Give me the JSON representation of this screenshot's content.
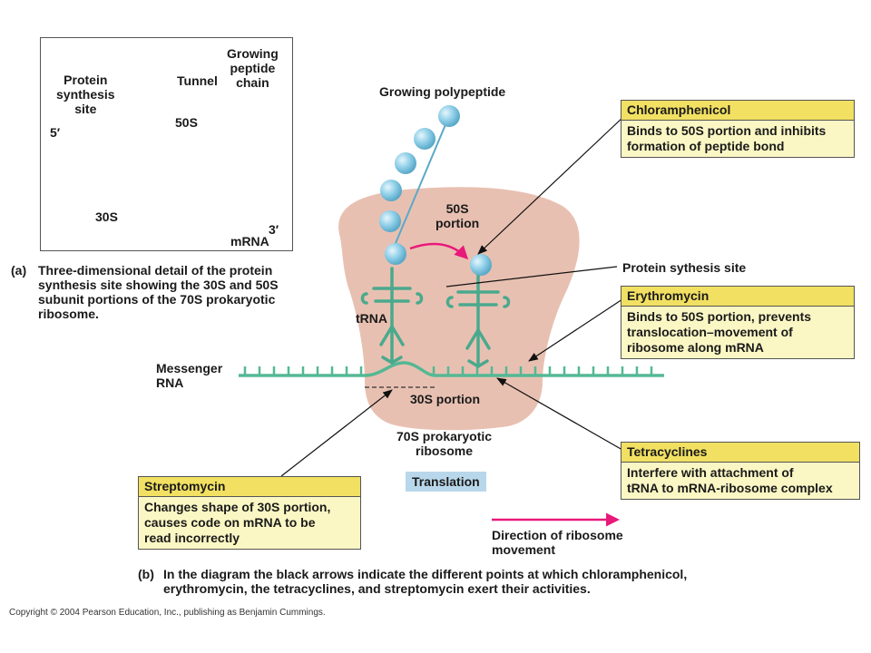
{
  "inset": {
    "labels": {
      "protein_synthesis_site": "Protein\nsynthesis\nsite",
      "tunnel": "Tunnel",
      "growing_peptide_chain": "Growing\npeptide\nchain",
      "five_prime": "5′",
      "subunit_50s": "50S",
      "subunit_30s": "30S",
      "three_prime": "3′",
      "mrna": "mRNA"
    },
    "caption_letter": "(a)",
    "caption": "Three-dimensional detail of the protein\nsynthesis site showing the 30S and 50S\nsubunit portions of the 70S prokaryotic\nribosome."
  },
  "main": {
    "growing_polypeptide": "Growing polypeptide",
    "portion_50s": "50S\nportion",
    "trna": "tRNA",
    "messenger_rna": "Messenger\nRNA",
    "portion_30s": "30S portion",
    "ribosome_70s": "70S prokaryotic\nribosome",
    "translation": "Translation",
    "protein_synthesis_site": "Protein sythesis site",
    "direction": "Direction of ribosome\nmovement"
  },
  "callouts": {
    "chloramphenicol": {
      "title": "Chloramphenicol",
      "text": "Binds to 50S portion and inhibits\nformation of peptide bond"
    },
    "erythromycin": {
      "title": "Erythromycin",
      "text": "Binds to 50S portion, prevents\ntranslocation–movement of\nribosome along mRNA"
    },
    "tetracyclines": {
      "title": "Tetracyclines",
      "text": "Interfere with attachment of\ntRNA to mRNA-ribosome complex"
    },
    "streptomycin": {
      "title": "Streptomycin",
      "text": "Changes shape of 30S portion,\ncauses code on mRNA to be\nread incorrectly"
    }
  },
  "caption_b": {
    "letter": "(b)",
    "text": "In the diagram the black arrows indicate the different points at which chloramphenicol,\nerythromycin, the tetracyclines, and streptomycin exert their activities."
  },
  "copyright": "Copyright © 2004 Pearson Education, Inc., publishing as Benjamin Cummings.",
  "colors": {
    "ribosome": "#e8c0b1",
    "ribosome_dark": "#d9a793",
    "mrna": "#54b894",
    "bead": "#8fcfe8",
    "arrow_pink": "#e8197a",
    "callout_head": "#f2e062",
    "callout_body": "#fbf7c4",
    "translation_box": "#b9d7ea"
  }
}
